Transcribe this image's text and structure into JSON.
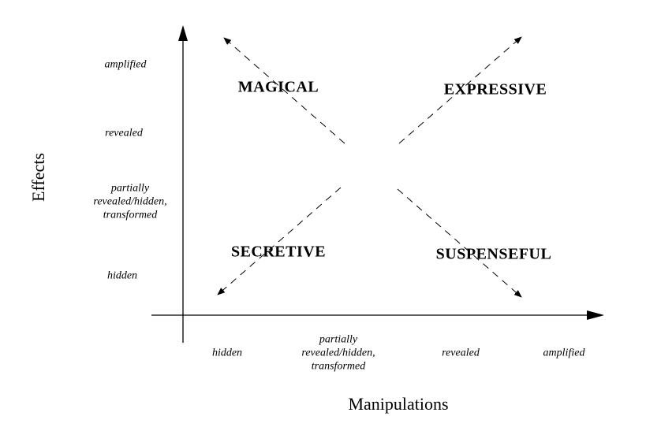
{
  "axes": {
    "x_title": "Manipulations",
    "y_title": "Effects",
    "x_ticks": [
      "hidden",
      "partially\nrevealed/hidden,\ntransformed",
      "revealed",
      "amplified"
    ],
    "y_ticks": [
      "amplified",
      "revealed",
      "partially\nrevealed/hidden,\ntransformed",
      "hidden"
    ]
  },
  "quadrants": {
    "top_left": "MAGICAL",
    "top_right": "EXPRESSIVE",
    "bottom_left": "SECRETIVE",
    "bottom_right": "SUSPENSEFUL"
  }
}
